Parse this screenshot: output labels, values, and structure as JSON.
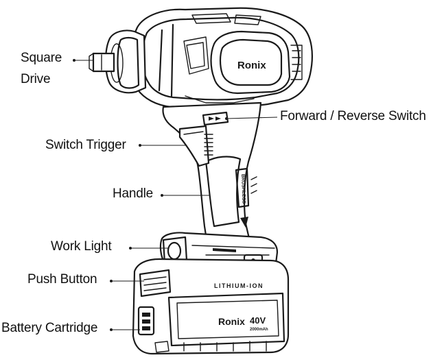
{
  "labels": {
    "square_drive_line1": "Square",
    "square_drive_line2": "Drive",
    "forward_reverse_switch": "Forward / Reverse Switch",
    "switch_trigger": "Switch Trigger",
    "handle": "Handle",
    "work_light": "Work Light",
    "push_button": "Push Button",
    "battery_cartridge": "Battery Cartridge"
  },
  "product_markings": {
    "brand_on_body": "Ronix",
    "brand_on_battery": "Ronix",
    "battery_voltage": "40V",
    "battery_capacity": "2000mAh",
    "battery_type": "LITHIUM-ION",
    "handle_text": "BRUSHLESS"
  }
}
